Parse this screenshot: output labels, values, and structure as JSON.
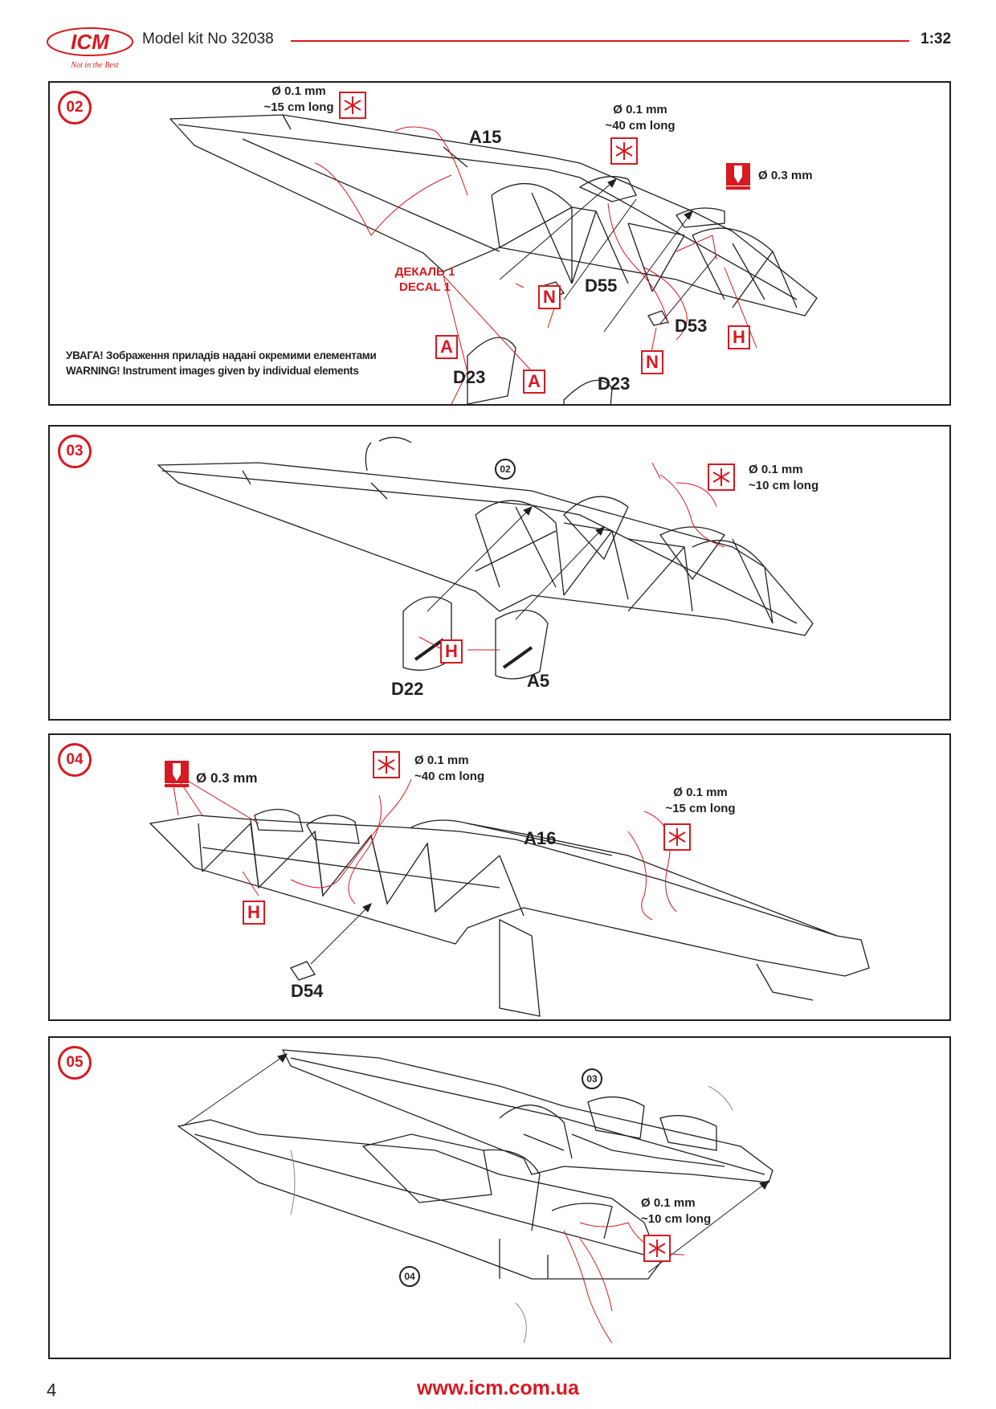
{
  "header": {
    "logo_text": "ICM",
    "logo_tagline": "Not in the Best",
    "title": "Model kit No 32038",
    "scale": "1:32",
    "accent_color": "#d71920"
  },
  "steps": [
    {
      "number": "02",
      "main_part": "A15",
      "parts": [
        "D55",
        "D53",
        "D23",
        "D23"
      ],
      "markers": [
        "A",
        "A",
        "N",
        "N",
        "H"
      ],
      "specs": [
        {
          "diameter": "Ø 0.1 mm",
          "length": "~15 cm long"
        },
        {
          "diameter": "Ø 0.1 mm",
          "length": "~40 cm long"
        },
        {
          "diameter": "Ø 0.3 mm"
        }
      ],
      "decal_ua": "ДЕКАЛЬ 1",
      "decal_en": "DECAL 1",
      "warning_ua": "УВАГА! Зображення приладів надані окремими елементами",
      "warning_en": "WARNING! Instrument images given by individual elements"
    },
    {
      "number": "03",
      "ref": "02",
      "parts": [
        "D22",
        "A5"
      ],
      "markers": [
        "H"
      ],
      "specs": [
        {
          "diameter": "Ø 0.1 mm",
          "length": "~10 cm long"
        }
      ]
    },
    {
      "number": "04",
      "main_part": "A16",
      "parts": [
        "D54"
      ],
      "markers": [
        "H"
      ],
      "specs": [
        {
          "diameter": "Ø 0.3 mm"
        },
        {
          "diameter": "Ø 0.1 mm",
          "length": "~40 cm long"
        },
        {
          "diameter": "Ø 0.1 mm",
          "length": "~15 cm long"
        }
      ]
    },
    {
      "number": "05",
      "refs": [
        "03",
        "04"
      ],
      "specs": [
        {
          "diameter": "Ø 0.1 mm",
          "length": "~10 cm long"
        }
      ]
    }
  ],
  "footer": {
    "page_number": "4",
    "url": "www.icm.com.ua"
  }
}
